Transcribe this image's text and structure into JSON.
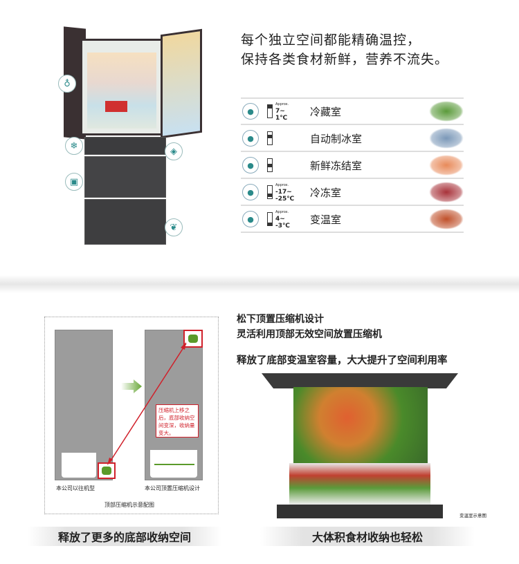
{
  "top": {
    "headline_line1": "每个独立空间都能精确温控，",
    "headline_line2": "保持各类食材新鲜，营养不流失。",
    "compartments": [
      {
        "icon": "bottle-icon",
        "approx": "Approx.",
        "temp": [
          "7~",
          "1℃"
        ],
        "name": "冷藏室",
        "food": "salad",
        "color": "#5a9a3a"
      },
      {
        "icon": "ice-icon",
        "approx": "",
        "temp": [],
        "name": "自动制冰室",
        "food": "ice-cubes",
        "color": "#7b98b8"
      },
      {
        "icon": "fish-icon",
        "approx": "",
        "temp": [],
        "name": "新鲜冻结室",
        "food": "salmon",
        "color": "#e88a5a"
      },
      {
        "icon": "freezer-icon",
        "approx": "Approx.",
        "temp": [
          "-17~",
          "-25℃"
        ],
        "name": "冷冻室",
        "food": "steak",
        "color": "#a8323a"
      },
      {
        "icon": "vegetable-icon",
        "approx": "Approx.",
        "temp": [
          "4~",
          "-3℃"
        ],
        "name": "变温室",
        "food": "vegetables",
        "color": "#c0502a"
      }
    ]
  },
  "bottom": {
    "title1": "松下顶置压缩机设计",
    "title2": "灵活利用顶部无效空间放置压缩机",
    "title3": "释放了底部变温室容量，大大提升了空间利用率",
    "diagram": {
      "left_label": "本公司以往机型",
      "right_label": "本公司顶置压缩机设计",
      "callout": "压缩机上移之后，底部收纳空间变深，收纳量变大。",
      "caption": "顶部压缩机示意配图"
    },
    "drawer_caption": "变温室示意图",
    "banner_left": "释放了更多的底部收纳空间",
    "banner_right": "大体积食材收纳也轻松"
  },
  "colors": {
    "accent_red": "#d0202a",
    "green": "#5a9a2a",
    "fridge": "#3a3a3c"
  }
}
